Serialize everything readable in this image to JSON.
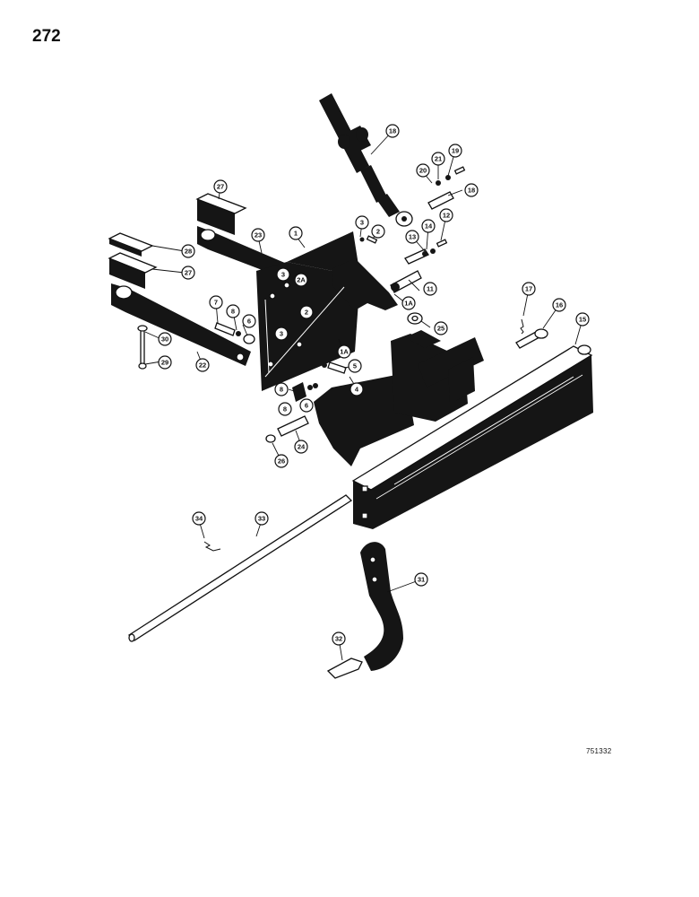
{
  "page": {
    "number": "272",
    "drawing_code": "751332"
  },
  "callouts": [
    {
      "label": "1"
    },
    {
      "label": "2"
    },
    {
      "label": "2A"
    },
    {
      "label": "2"
    },
    {
      "label": "3"
    },
    {
      "label": "3"
    },
    {
      "label": "3"
    },
    {
      "label": "1A"
    },
    {
      "label": "1A"
    },
    {
      "label": "4"
    },
    {
      "label": "5"
    },
    {
      "label": "6"
    },
    {
      "label": "6"
    },
    {
      "label": "7"
    },
    {
      "label": "8"
    },
    {
      "label": "8"
    },
    {
      "label": "8"
    },
    {
      "label": "11"
    },
    {
      "label": "12"
    },
    {
      "label": "13"
    },
    {
      "label": "14"
    },
    {
      "label": "15"
    },
    {
      "label": "16"
    },
    {
      "label": "17"
    },
    {
      "label": "18"
    },
    {
      "label": "18"
    },
    {
      "label": "19"
    },
    {
      "label": "20"
    },
    {
      "label": "21"
    },
    {
      "label": "22"
    },
    {
      "label": "23"
    },
    {
      "label": "24"
    },
    {
      "label": "25"
    },
    {
      "label": "26"
    },
    {
      "label": "27"
    },
    {
      "label": "27"
    },
    {
      "label": "28"
    },
    {
      "label": "29"
    },
    {
      "label": "30"
    },
    {
      "label": "31"
    },
    {
      "label": "32"
    },
    {
      "label": "33"
    },
    {
      "label": "34"
    }
  ]
}
